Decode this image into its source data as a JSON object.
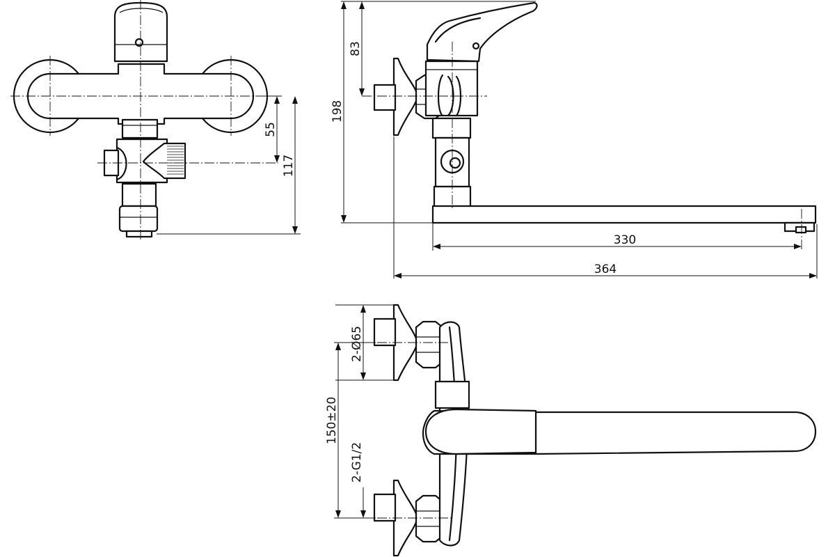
{
  "dimensions": {
    "front_upper_offset": "55",
    "front_height": "117",
    "side_handle_height": "83",
    "side_height": "198",
    "spout_length": "330",
    "total_reach": "364",
    "connection_diameter": "2-Ø65",
    "centre_distance": "150±20",
    "thread": "2-G1/2"
  },
  "colors": {
    "line": "#111111",
    "background": "#ffffff"
  }
}
